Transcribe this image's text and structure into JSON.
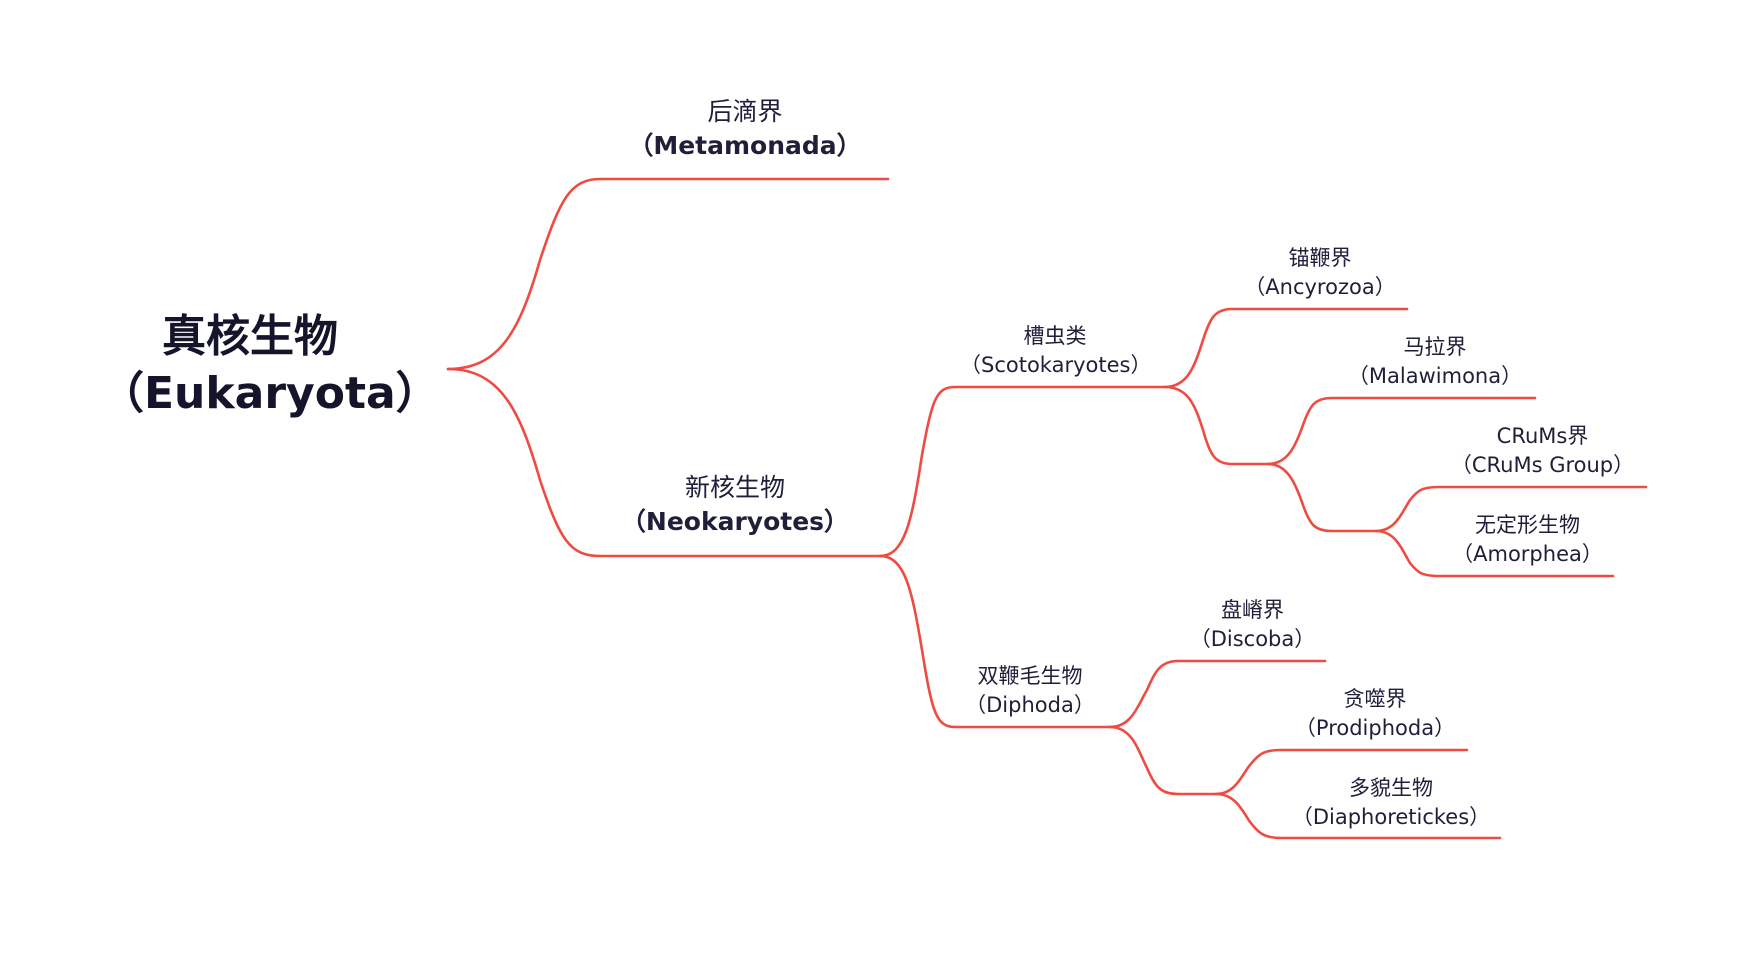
{
  "diagram": {
    "line_color": "#ee4b43",
    "text_color": "#1f1f3a",
    "root": {
      "zh": "真核生物",
      "en": "（Eukaryota）"
    },
    "nodes": {
      "metamonada": {
        "zh": "后滴界",
        "en": "（Metamonada）"
      },
      "neokaryotes": {
        "zh": "新核生物",
        "en": "（Neokaryotes）"
      },
      "scotokaryotes": {
        "zh": "槽虫类",
        "en": "（Scotokaryotes）"
      },
      "diphoda": {
        "zh": "双鞭毛生物",
        "en": "（Diphoda）"
      },
      "ancyrozoa": {
        "zh": "锚鞭界",
        "en": "（Ancyrozoa）"
      },
      "malawimona": {
        "zh": "马拉界",
        "en": "（Malawimona）"
      },
      "crums": {
        "zh": "CRuMs界",
        "en": "（CRuMs Group）"
      },
      "amorphea": {
        "zh": "无定形生物",
        "en": "（Amorphea）"
      },
      "discoba": {
        "zh": "盘嵴界",
        "en": "（Discoba）"
      },
      "prodiphoda": {
        "zh": "贪噬界",
        "en": "（Prodiphoda）"
      },
      "diaphoretickes": {
        "zh": "多貌生物",
        "en": "（Diaphoretickes）"
      }
    }
  }
}
